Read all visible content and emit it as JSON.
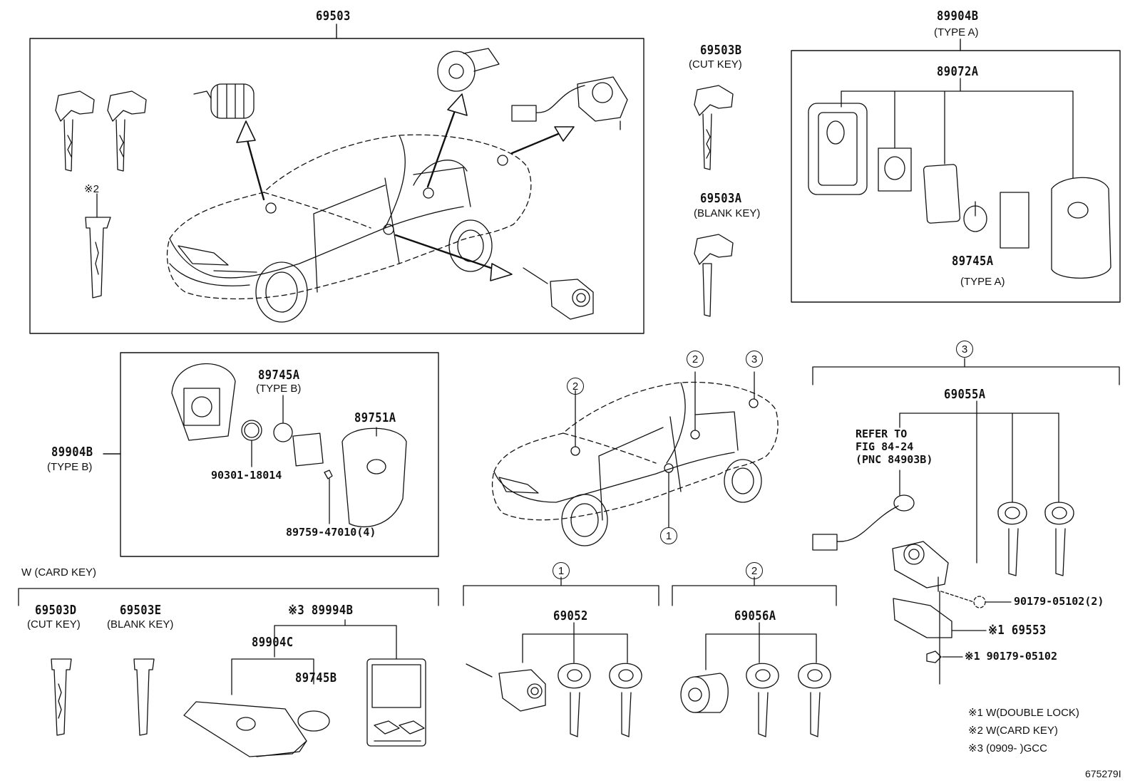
{
  "labels": {
    "p69503": "69503",
    "p69503B": "69503B",
    "p69503B_sub": "(CUT KEY)",
    "p69503A": "69503A",
    "p69503A_sub": "(BLANK KEY)",
    "p89904B_a": "89904B",
    "p89904B_a_sub": "(TYPE A)",
    "p89072A": "89072A",
    "p89745A_a": "89745A",
    "p89745A_a_sub": "(TYPE A)",
    "note2_top": "※2",
    "p89745A_b": "89745A",
    "p89745A_b_sub": "(TYPE B)",
    "p89751A": "89751A",
    "p89904B_b": "89904B",
    "p89904B_b_sub": "(TYPE B)",
    "p90301": "90301-18014",
    "p89759": "89759-47010(4)",
    "card_key": "W (CARD KEY)",
    "p69503D": "69503D",
    "p69503D_sub": "(CUT KEY)",
    "p69503E": "69503E",
    "p69503E_sub": "(BLANK KEY)",
    "p89994B": "※3 89994B",
    "p89904C": "89904C",
    "p89745B": "89745B",
    "p69052": "69052",
    "p69056A": "69056A",
    "p69055A": "69055A",
    "refer1": "REFER TO",
    "refer2": "FIG 84-24",
    "refer3": "(PNC 84903B)",
    "p90179_2": "90179-05102(2)",
    "p69553": "※1 69553",
    "p90179": "※1 90179-05102",
    "note1": "※1  W(DOUBLE LOCK)",
    "note2": "※2  W(CARD KEY)",
    "note3": "※3  (0909-          )GCC",
    "ref_no": "675279I"
  },
  "callouts": {
    "c1": "1",
    "c2": "2",
    "c3": "3"
  }
}
